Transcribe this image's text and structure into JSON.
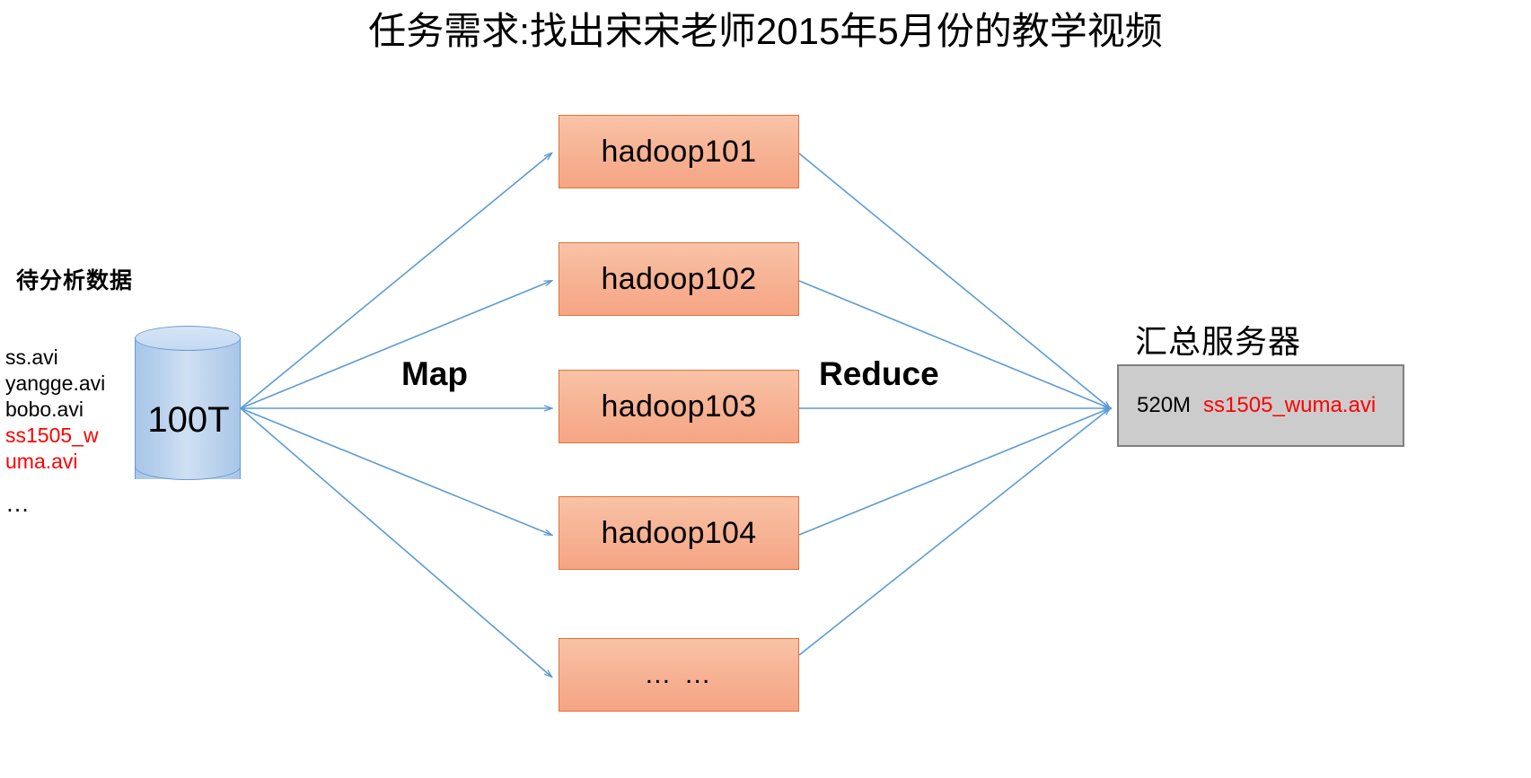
{
  "title": "任务需求:找出宋宋老师2015年5月份的教学视频",
  "source": {
    "label": "待分析数据",
    "files": [
      {
        "name": "ss.avi",
        "highlight": false
      },
      {
        "name": "yangge.avi",
        "highlight": false
      },
      {
        "name": "bobo.avi",
        "highlight": false
      },
      {
        "name": "ss1505_w",
        "highlight": true
      },
      {
        "name": "uma.avi",
        "highlight": true
      }
    ],
    "more": "…",
    "storage_label": "100T",
    "storage_fill_color": "#B6D0EC",
    "storage_border_color": "#6A9BD1"
  },
  "stages": {
    "map_label": "Map",
    "reduce_label": "Reduce"
  },
  "workers": [
    {
      "label": "hadoop101"
    },
    {
      "label": "hadoop102"
    },
    {
      "label": "hadoop103"
    },
    {
      "label": "hadoop104"
    },
    {
      "label": "… …"
    }
  ],
  "worker_style": {
    "fill_color": "#F7B597",
    "border_color": "#E4703A"
  },
  "aggregator": {
    "title": "汇总服务器",
    "result_size": "520M",
    "result_file": "ss1505_wuma.avi",
    "fill_color": "#CCCCCC",
    "border_color": "#7F7F7F",
    "file_color": "#FF0000"
  },
  "arrow_color": "#5B9BD5",
  "colors": {
    "background": "#FFFFFF",
    "text": "#000000",
    "highlight": "#FF0000"
  }
}
